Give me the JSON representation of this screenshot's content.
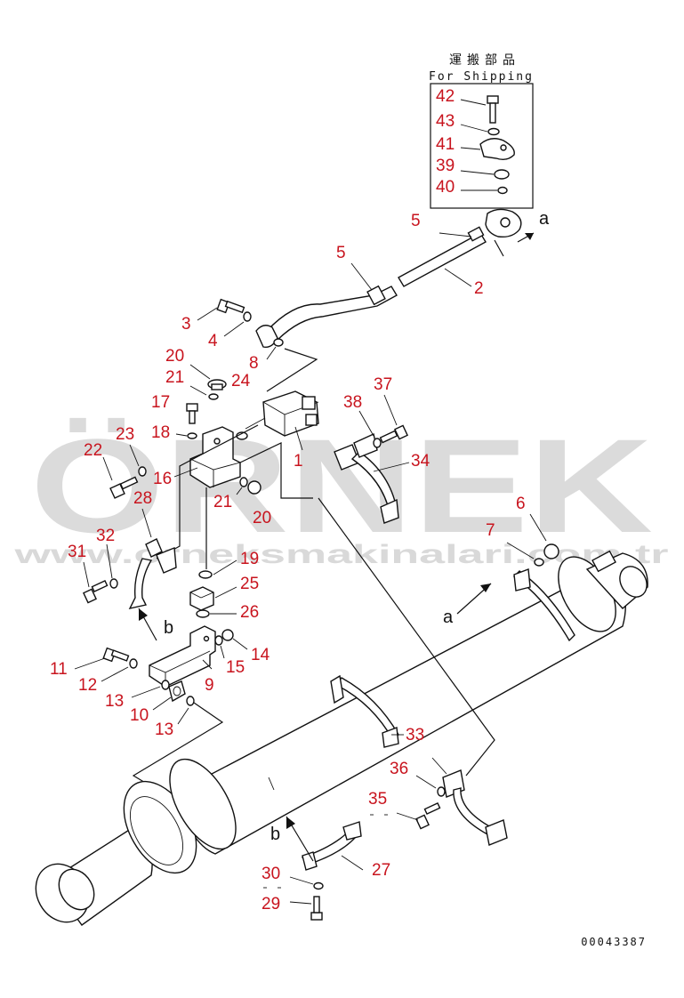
{
  "shipping_box": {
    "title_jp": "運搬部品",
    "title_en": "For Shipping"
  },
  "callouts": {
    "p1": "1",
    "p2": "2",
    "p3": "3",
    "p4": "4",
    "p5a": "5",
    "p5b": "5",
    "p6": "6",
    "p7": "7",
    "p8": "8",
    "p9": "9",
    "p10": "10",
    "p11": "11",
    "p12": "12",
    "p13a": "13",
    "p13b": "13",
    "p14": "14",
    "p15": "15",
    "p16": "16",
    "p17": "17",
    "p18": "18",
    "p19": "19",
    "p20a": "20",
    "p20b": "20",
    "p21a": "21",
    "p21b": "21",
    "p22": "22",
    "p23": "23",
    "p24": "24",
    "p25": "25",
    "p26": "26",
    "p27": "27",
    "p28": "28",
    "p29": "29",
    "p30": "30",
    "p31": "31",
    "p32": "32",
    "p33": "33",
    "p34": "34",
    "p35": "35",
    "p36": "36",
    "p37": "37",
    "p38": "38",
    "p39": "39",
    "p40": "40",
    "p41": "41",
    "p42": "42",
    "p43": "43"
  },
  "view_letters": {
    "a1": "a",
    "a2": "a",
    "b1": "b",
    "b2": "b"
  },
  "watermark": {
    "brand": "ÖRNEK",
    "site": "www.orneksmakinalari.com.tr"
  },
  "drawing_number": "00043387",
  "colors": {
    "callout": "#c8141e",
    "line": "#111111",
    "watermark": "#cfcfcf"
  }
}
